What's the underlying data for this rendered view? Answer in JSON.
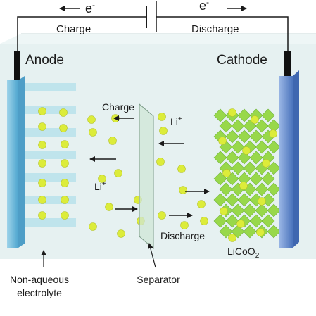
{
  "circuit": {
    "electron_left": "e",
    "electron_left_sup": "-",
    "electron_right": "e",
    "electron_right_sup": "-",
    "charge_label": "Charge",
    "discharge_label": "Discharge"
  },
  "electrodes": {
    "anode_label": "Anode",
    "cathode_label": "Cathode"
  },
  "process": {
    "charge_label": "Charge",
    "discharge_label": "Discharge",
    "li_ion_upper": "Li",
    "li_ion_upper_sup": "+",
    "li_ion_lower": "Li",
    "li_ion_lower_sup": "+"
  },
  "cathode_material": {
    "formula_main": "LiCoO",
    "formula_sub": "2"
  },
  "callouts": {
    "electrolyte_line1": "Non-aqueous",
    "electrolyte_line2": "electrolyte",
    "separator": "Separator"
  },
  "colors": {
    "electrolyte": "#e6f1f1",
    "anode": "#6fb9d8",
    "cathode": "#6e93d0",
    "separator": "#cfe6d6",
    "li_ion": "#dcec3a",
    "cathode_crystal": "#98d84a",
    "graphite_layer": "#bfe4ec"
  }
}
